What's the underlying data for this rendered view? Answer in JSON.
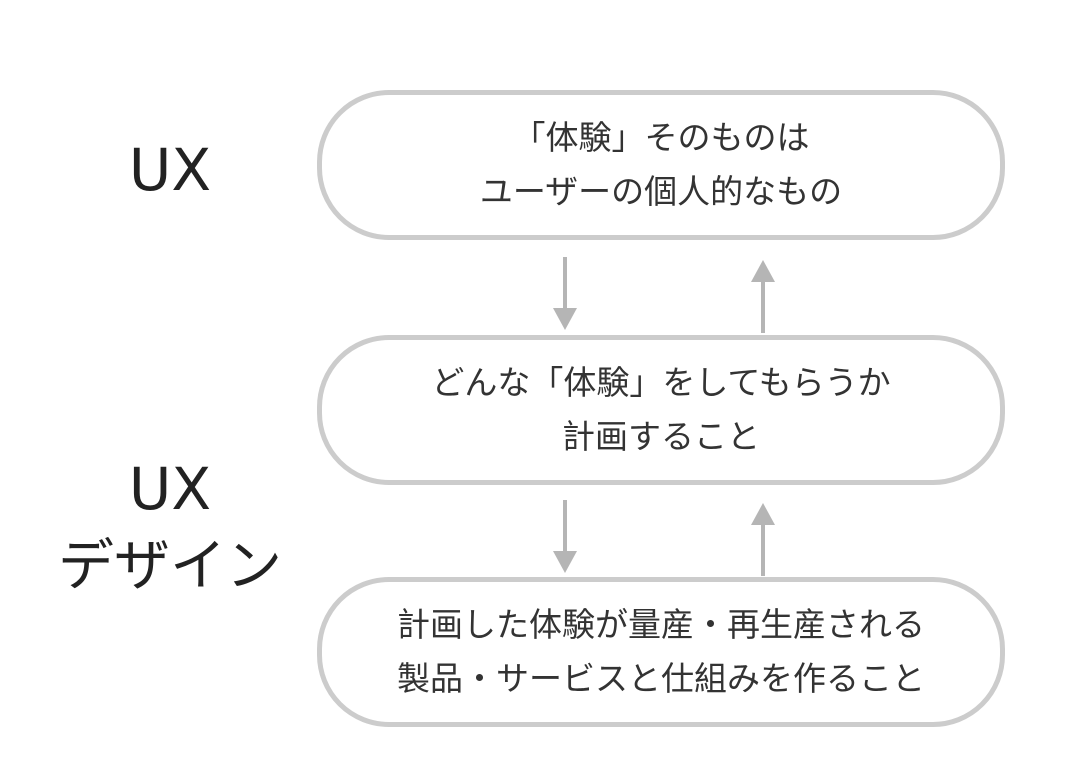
{
  "labels": {
    "ux": "UX",
    "ux_design_line1": "UX",
    "ux_design_line2": "デザイン"
  },
  "boxes": [
    {
      "line1": "「体験」そのものは",
      "line2": "ユーザーの個人的なもの"
    },
    {
      "line1": "どんな「体験」をしてもらうか",
      "line2": "計画すること"
    },
    {
      "line1": "計画した体験が量産・再生産される",
      "line2": "製品・サービスと仕組みを作ること"
    }
  ],
  "colors": {
    "border": "#cccccc",
    "arrow": "#b5b5b5",
    "text": "#333333"
  }
}
